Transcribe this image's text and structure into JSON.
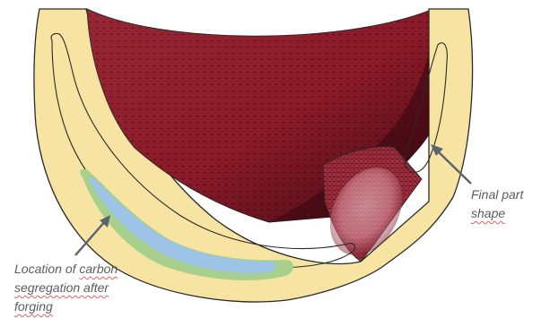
{
  "annotations": {
    "final_part": {
      "line1": "Final part",
      "line2": "shape"
    },
    "carbon": {
      "line1_plain": "Location of ",
      "line1_underlined": "carbon",
      "line2": "segregation after",
      "line3": "forging"
    }
  },
  "colors": {
    "forging_body": "#f7e4a3",
    "outline": "#2a2a2a",
    "mesh_dark": "#6a0f1c",
    "mesh_mid": "#9c1e2e",
    "mesh_light": "#c94858",
    "nozzle_bore": "#f4c7cf",
    "segregation_outer": "#a8d08d",
    "segregation_inner": "#9dc3e6",
    "arrow": "#5a6470",
    "label_text": "#5c5c5c",
    "spellcheck_underline": "#e06060"
  },
  "icons": {
    "arrow_final_part": "arrow-icon",
    "arrow_carbon": "arrow-icon"
  }
}
